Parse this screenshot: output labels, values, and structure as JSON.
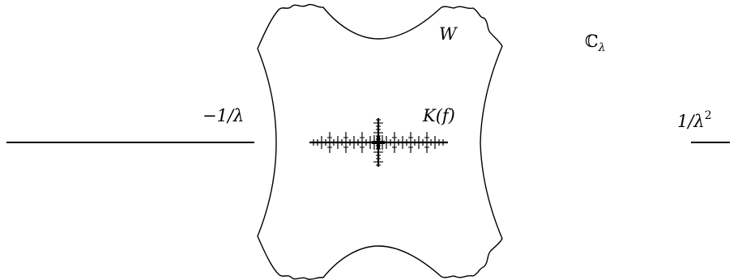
{
  "labels": {
    "region": "W",
    "plane": "ℂ",
    "plane_sub": "λ",
    "left_point": "−1/λ",
    "set": "K(f)",
    "right_point_base": "1/λ",
    "right_point_exp": "2"
  }
}
